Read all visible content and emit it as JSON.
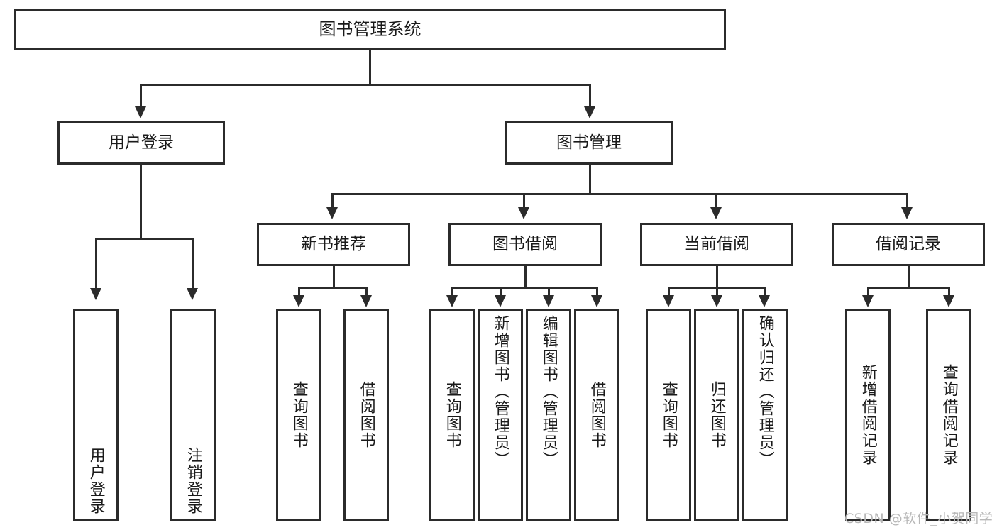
{
  "diagram": {
    "title": "图书管理系统",
    "type": "功能结构图",
    "root": {
      "id": "root",
      "label": "图书管理系统"
    },
    "level2": [
      {
        "id": "user-login",
        "label": "用户登录"
      },
      {
        "id": "book-manage",
        "label": "图书管理"
      }
    ],
    "level3": [
      {
        "id": "new-book-recommend",
        "label": "新书推荐",
        "parent": "book-manage"
      },
      {
        "id": "book-borrow",
        "label": "图书借阅",
        "parent": "book-manage"
      },
      {
        "id": "current-borrow",
        "label": "当前借阅",
        "parent": "book-manage"
      },
      {
        "id": "borrow-record",
        "label": "借阅记录",
        "parent": "book-manage"
      }
    ],
    "leaves": [
      {
        "id": "leaf-user-login",
        "label": "用户登录",
        "parent": "user-login"
      },
      {
        "id": "leaf-logout-login",
        "label": "注销登录",
        "parent": "user-login"
      },
      {
        "id": "leaf-query-book-1",
        "label": "查询图书",
        "parent": "new-book-recommend"
      },
      {
        "id": "leaf-borrow-book-1",
        "label": "借阅图书",
        "parent": "new-book-recommend"
      },
      {
        "id": "leaf-query-book-2",
        "label": "查询图书",
        "parent": "book-borrow"
      },
      {
        "id": "leaf-add-book",
        "label": "新增图书（管理员）",
        "parent": "book-borrow"
      },
      {
        "id": "leaf-edit-book",
        "label": "编辑图书（管理员）",
        "parent": "book-borrow"
      },
      {
        "id": "leaf-borrow-book-2",
        "label": "借阅图书",
        "parent": "book-borrow"
      },
      {
        "id": "leaf-query-book-3",
        "label": "查询图书",
        "parent": "current-borrow"
      },
      {
        "id": "leaf-return-book",
        "label": "归还图书",
        "parent": "current-borrow"
      },
      {
        "id": "leaf-confirm-return",
        "label": "确认归还（管理员）",
        "parent": "current-borrow"
      },
      {
        "id": "leaf-add-record",
        "label": "新增借阅记录",
        "parent": "borrow-record"
      },
      {
        "id": "leaf-query-record",
        "label": "查询借阅记录",
        "parent": "borrow-record"
      }
    ],
    "watermark": "CSDN @软件_小贺同学",
    "colors": {
      "stroke": "#2b2b2b",
      "fill": "#ffffff",
      "text": "#1a1a1a",
      "watermark": "#b8b8b8"
    }
  }
}
